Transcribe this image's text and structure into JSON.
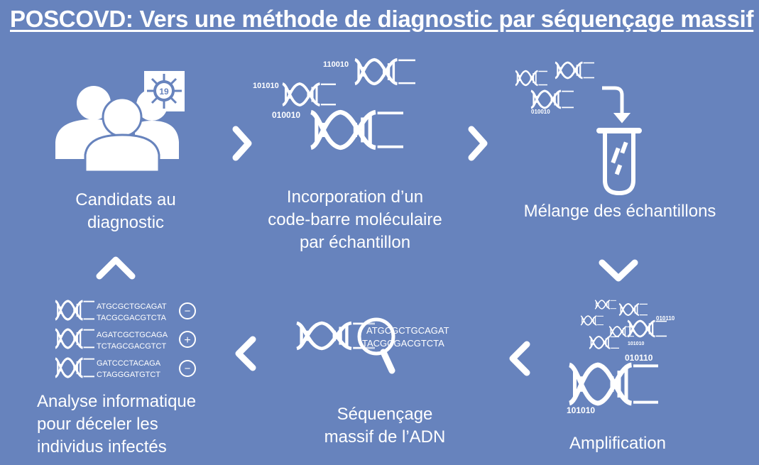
{
  "title": "POSCOVD: Vers une méthode de diagnostic par séquençage massif",
  "colors": {
    "background": "#6783bd",
    "foreground": "#ffffff"
  },
  "steps": [
    {
      "id": "candidates",
      "label_lines": [
        "Candidats au",
        "diagnostic"
      ]
    },
    {
      "id": "barcode",
      "label_lines": [
        "Incorporation d’un",
        "code-barre moléculaire",
        "par échantillon"
      ]
    },
    {
      "id": "mixing",
      "label_lines": [
        "Mélange des échantillons"
      ]
    },
    {
      "id": "amplification",
      "label_lines": [
        "Amplification"
      ]
    },
    {
      "id": "sequencing",
      "label_lines": [
        "Séquençage",
        "massif de l’ADN"
      ]
    },
    {
      "id": "analysis",
      "label_lines": [
        "Analyse informatique",
        "pour déceler les",
        "individus infectés"
      ]
    }
  ],
  "virus_badge": "19",
  "barcodes": {
    "code_a": "110010",
    "code_b": "101010",
    "code_c": "010010",
    "code_d": "010110"
  },
  "sequencing_sequences": [
    "ATGCGCTGCAGAT",
    "TACGCGACGTCTA"
  ],
  "analysis_results": [
    {
      "top": "ATGCGCTGCAGAT",
      "bottom": "TACGCGACGTCTA",
      "sign": "−"
    },
    {
      "top": "AGATCGCTGCAGA",
      "bottom": "TCTAGCGACGTCT",
      "sign": "+"
    },
    {
      "top": "GATCCCTACAGA",
      "bottom": "CTAGGGATGTCT",
      "sign": "−"
    }
  ]
}
